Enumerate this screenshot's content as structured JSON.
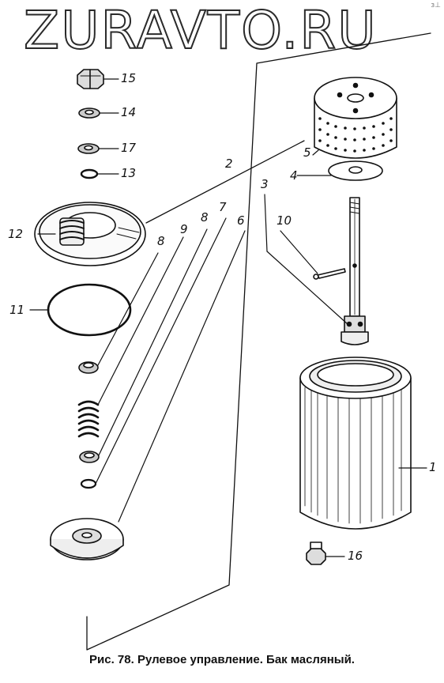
{
  "watermark": "ZURAVTO.RU",
  "corner_mark": "ɜ⊥",
  "caption": "Рис. 78. Рулевое управление. Бак масляный.",
  "callouts": {
    "c1": "1",
    "c2": "2",
    "c3": "3",
    "c4": "4",
    "c5": "5",
    "c6": "6",
    "c7": "7",
    "c8a": "8",
    "c8b": "8",
    "c9": "9",
    "c10": "10",
    "c11": "11",
    "c12": "12",
    "c13": "13",
    "c14": "14",
    "c15": "15",
    "c16": "16",
    "c17": "17"
  }
}
